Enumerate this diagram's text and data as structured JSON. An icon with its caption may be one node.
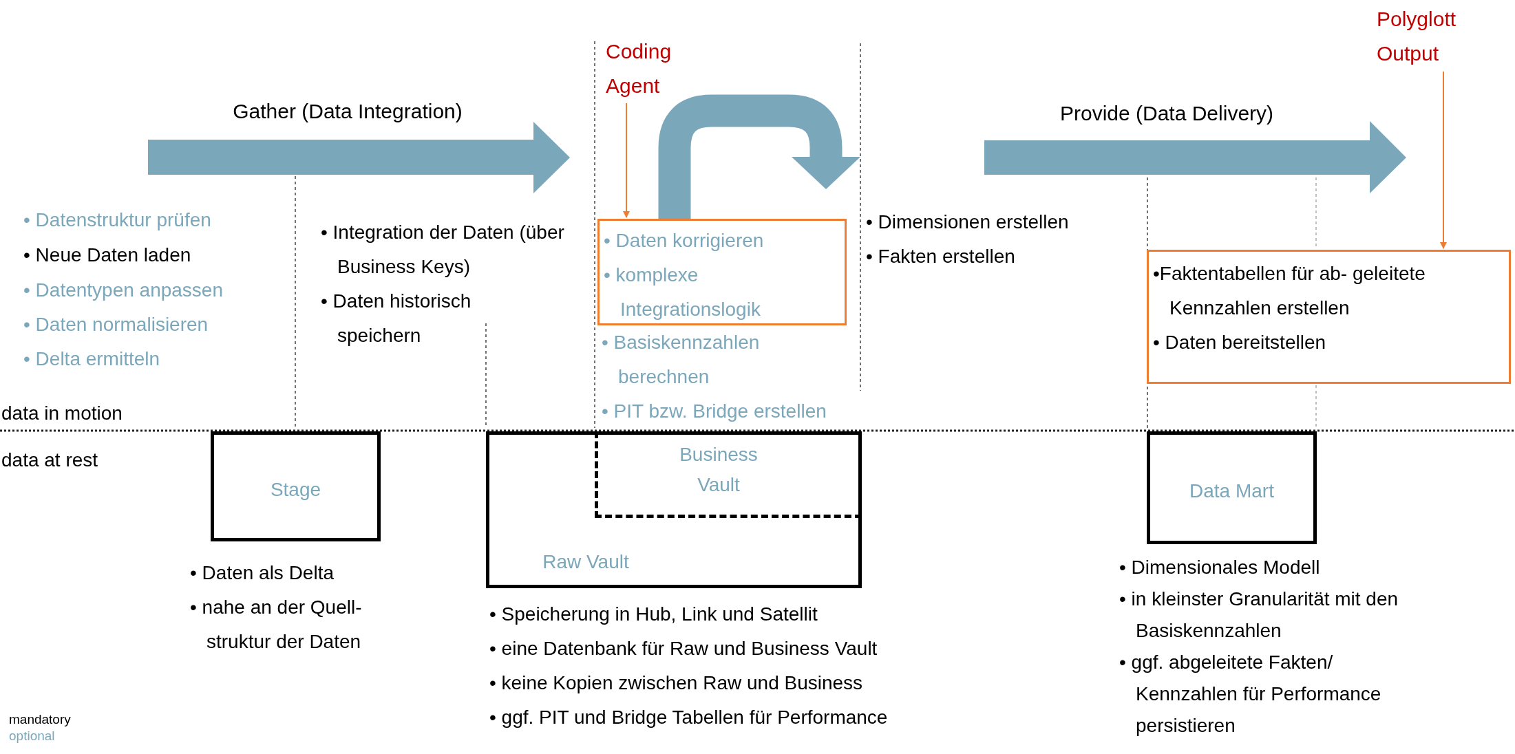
{
  "diagram": {
    "nodes": [
      {
        "text": [
          "Coding Agent"
        ]
      },
      {
        "text": [
          "Polyglott Output"
        ]
      },
      {
        "text": [
          "• Daten korrigieren",
          "• komplexe Integrationslogik"
        ]
      },
      {
        "text": [
          "•Faktentabellen für ab- geleitete Kennzahlen erstellen",
          "• Daten bereitstellen"
        ]
      },
      {
        "text": [
          "Stage"
        ],
        "beside": [
          "• Daten als Delta",
          "• nahe an der Quell- struktur der Daten"
        ]
      },
      {
        "text": [
          "Raw Vault"
        ],
        "beside": [
          "• Speicherung in Hub, Link und Satellit",
          "• eine Datenbank für Raw und Business Vault",
          "• keine Kopien zwischen Raw und Business",
          "• ggf. PIT und Bridge Tabellen für Performance"
        ]
      },
      {
        "text": [
          "Business Vault"
        ],
        "in": 5
      },
      {
        "text": [
          "Data Mart"
        ],
        "beside": [
          "• Dimensionales Modell",
          "• in kleinster Granularität mit den Basiskennzahlen",
          "• ggf. abgeleitete Fakten/ Kennzahlen für Performance persistieren"
        ]
      }
    ],
    "edges": [
      {
        "from": 0,
        "to": 2,
        "arrow": "to"
      },
      {
        "from": 1,
        "to": 3,
        "arrow": "to"
      }
    ],
    "labels": [
      "Gather (Data Integration)",
      "Provide (Data Delivery)",
      "• Datenstruktur prüfen",
      "• Neue Daten laden",
      "• Datentypen anpassen",
      "• Daten normalisieren",
      "• Delta ermitteln",
      "• Integration der Daten (über Business Keys)",
      "• Daten historisch speichern",
      "• Basiskennzahlen berechnen",
      "• PIT bzw. Bridge erstellen",
      "• Dimensionen erstellen",
      "• Fakten erstellen",
      "data in motion",
      "data at rest"
    ],
    "legend": [
      {
        "text": "mandatory",
        "color": "#000000"
      },
      {
        "text": "optional",
        "color": "#7ba7bb"
      }
    ]
  }
}
